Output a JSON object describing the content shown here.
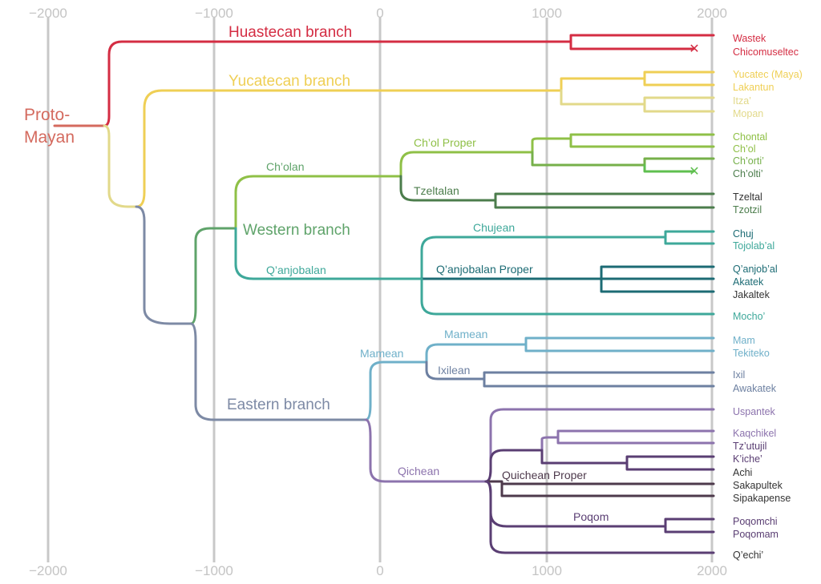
{
  "axis": {
    "ticks": [
      "−2000",
      "−1000",
      "0",
      "1000",
      "2000"
    ]
  },
  "root": {
    "label_line1": "Proto-",
    "label_line2": "Mayan"
  },
  "branches": {
    "huastecan": "Huastecan branch",
    "yucatecan": "Yucatecan branch",
    "cholan": "Ch’olan",
    "chol_proper": "Ch’ol Proper",
    "tzeltalan": "Tzeltalan",
    "western": "Western branch",
    "qanjobalan": "Q’anjobalan",
    "chujean": "Chujean",
    "qanjobalan_proper": "Q’anjobalan Proper",
    "mamean_group": "Mamean",
    "mamean": "Mamean",
    "ixilean": "Ixilean",
    "eastern": "Eastern branch",
    "qichean": "Qichean",
    "quichean_proper": "Quichean Proper",
    "poqom": "Poqom"
  },
  "languages": [
    "Wastek",
    "Chicomuseltec",
    "Yucatec (Maya)",
    "Lakantun",
    "Itza’",
    "Mopan",
    "Chontal",
    "Ch’ol",
    "Ch’orti’",
    "Ch’olti’",
    "Tzeltal",
    "Tzotzil",
    "Chuj",
    "Tojolab’al",
    "Q’anjob’al",
    "Akatek",
    "Jakaltek",
    "Mocho’",
    "Mam",
    "Tekiteko",
    "Ixil",
    "Awakatek",
    "Uspantek",
    "Kaqchikel",
    "Tz’utujil",
    "K’iche’",
    "Achi",
    "Sakapultek",
    "Sipakapense",
    "Poqomchi",
    "Poqomam",
    "Q’echi’"
  ],
  "extinct_marker": "✕",
  "colors": {
    "root": "#d46a5e",
    "huastecan": "#d42d43",
    "yucatecan": "#efcf55",
    "yucatecan_light": "#e2d98a",
    "cholan": "#8fc047",
    "cholan_dark": "#76b04a",
    "chorti": "#5fbf4f",
    "tzeltalan": "#4c7d4c",
    "western": "#5fa36a",
    "qanjobalan": "#3ea89a",
    "qanjobalan_dark": "#1c6b74",
    "eastern": "#7d8aa5",
    "mamean": "#6fb0c9",
    "ixilean": "#6d80a1",
    "qichean": "#8c73ad",
    "qichean_dark": "#5a3e73",
    "quichean_proper": "#4e3a4c"
  }
}
